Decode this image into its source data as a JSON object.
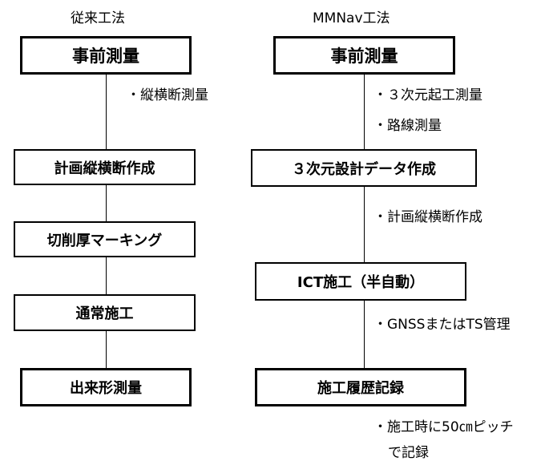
{
  "conventional": {
    "title": "従来工法",
    "steps": [
      "事前測量",
      "計画縦横断作成",
      "切削厚マーキング",
      "通常施工",
      "出来形測量"
    ],
    "notes": [
      "・縦横断測量"
    ]
  },
  "mmnav": {
    "title": "MMNav工法",
    "steps": [
      "事前測量",
      "３次元設計データ作成",
      "ICT施工（半自動）",
      "施工履歴記録"
    ],
    "notes": [
      "・３次元起工測量",
      "・路線測量",
      "・計画縦横断作成",
      "・GNSSまたはTS管理",
      "・施工時に50㎝ピッチ",
      "で記録"
    ]
  }
}
